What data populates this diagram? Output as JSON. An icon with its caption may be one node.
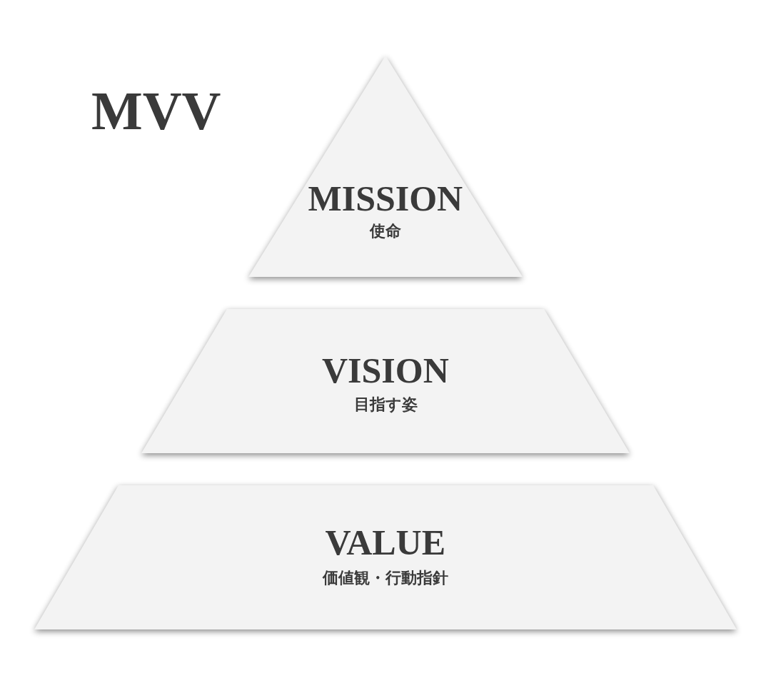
{
  "diagram": {
    "title": "MVV",
    "nodes": [
      {
        "text": [
          "MISSION",
          "使命"
        ]
      },
      {
        "text": [
          "VISION",
          "目指す姿"
        ]
      },
      {
        "text": [
          "VALUE",
          "価値観・行動指針"
        ]
      }
    ]
  }
}
